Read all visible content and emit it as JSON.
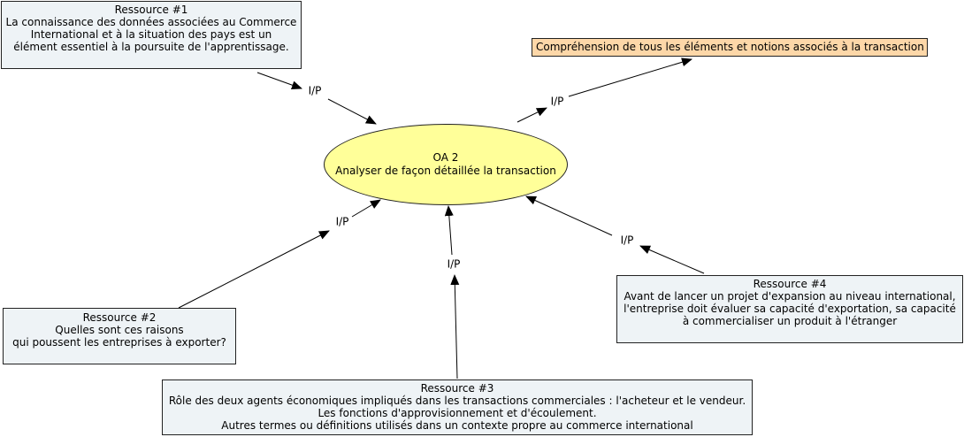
{
  "center": {
    "title": "OA 2",
    "subtitle": "Analyser de façon détaillée la transaction"
  },
  "target": {
    "text": "Compréhension de tous les éléments et notions associés à la transaction"
  },
  "resources": [
    {
      "title": "Ressource #1",
      "lines": [
        "La connaissance des données associées au Commerce",
        "International et à la situation des pays est un",
        "élément essentiel à la poursuite de l'apprentissage."
      ]
    },
    {
      "title": "Ressource #2",
      "lines": [
        "Quelles sont ces raisons",
        "qui poussent les entreprises à exporter?"
      ]
    },
    {
      "title": "Ressource #3",
      "lines": [
        "Rôle des deux agents économiques impliqués dans les transactions commerciales : l'acheteur et le vendeur.",
        "Les fonctions d'approvisionnement et d'écoulement.",
        "Autres termes ou définitions utilisés dans un contexte propre au commerce international"
      ]
    },
    {
      "title": "Ressource #4",
      "lines": [
        "Avant de lancer un projet d'expansion au niveau international,",
        "l'entreprise doit évaluer sa capacité d'exportation, sa capacité",
        "à commercialiser un produit à l'étranger"
      ]
    }
  ],
  "connectors": {
    "r1": "I/P",
    "r2": "I/P",
    "r3": "I/P",
    "r4": "I/P",
    "out": "I/P"
  },
  "colors": {
    "ellipse_fill": "#ffff99",
    "target_fill": "#fdd7a8",
    "resource_fill": "#eef3f6",
    "line": "#000000"
  }
}
